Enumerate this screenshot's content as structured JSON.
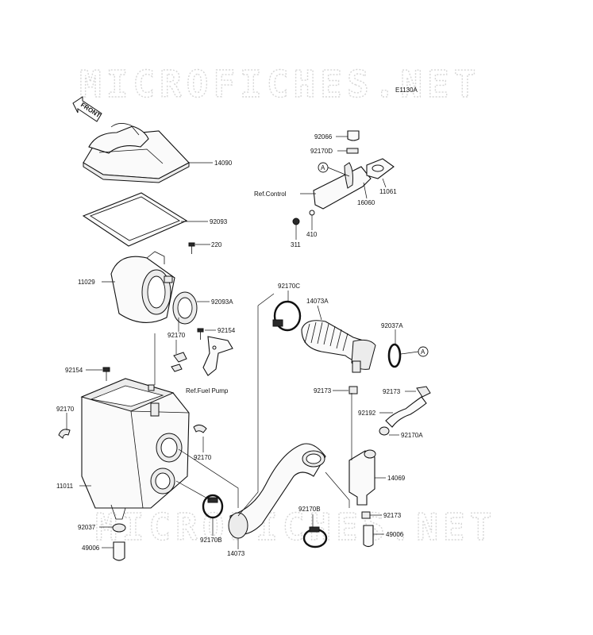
{
  "watermark": "MICROFICHES.NET",
  "diagram_code": "E1130A",
  "front_label": "FRONT",
  "callout_letter": "A",
  "labels": {
    "p14090": "14090",
    "p92093": "92093",
    "p220": "220",
    "p11029": "11029",
    "p92093A": "92093A",
    "p92154a": "92154",
    "p92170a": "92170",
    "ref_fuel_pump": "Ref.Fuel Pump",
    "p92154b": "92154",
    "p92170b": "92170",
    "p92170c": "92170",
    "p11011": "11011",
    "p92037": "92037",
    "p49006a": "49006",
    "p92170B1": "92170B",
    "p14073": "14073",
    "p92170C": "92170C",
    "p14073A": "14073A",
    "p92037A": "92037A",
    "p92173a": "92173",
    "p92173b": "92173",
    "p92192": "92192",
    "p92170A": "92170A",
    "p14069": "14069",
    "p92170B2": "92170B",
    "p92173c": "92173",
    "p49006b": "49006",
    "p92066": "92066",
    "p92170D": "92170D",
    "ref_control": "Ref.Control",
    "p11061": "11061",
    "p16060": "16060",
    "p311": "311",
    "p410": "410"
  }
}
